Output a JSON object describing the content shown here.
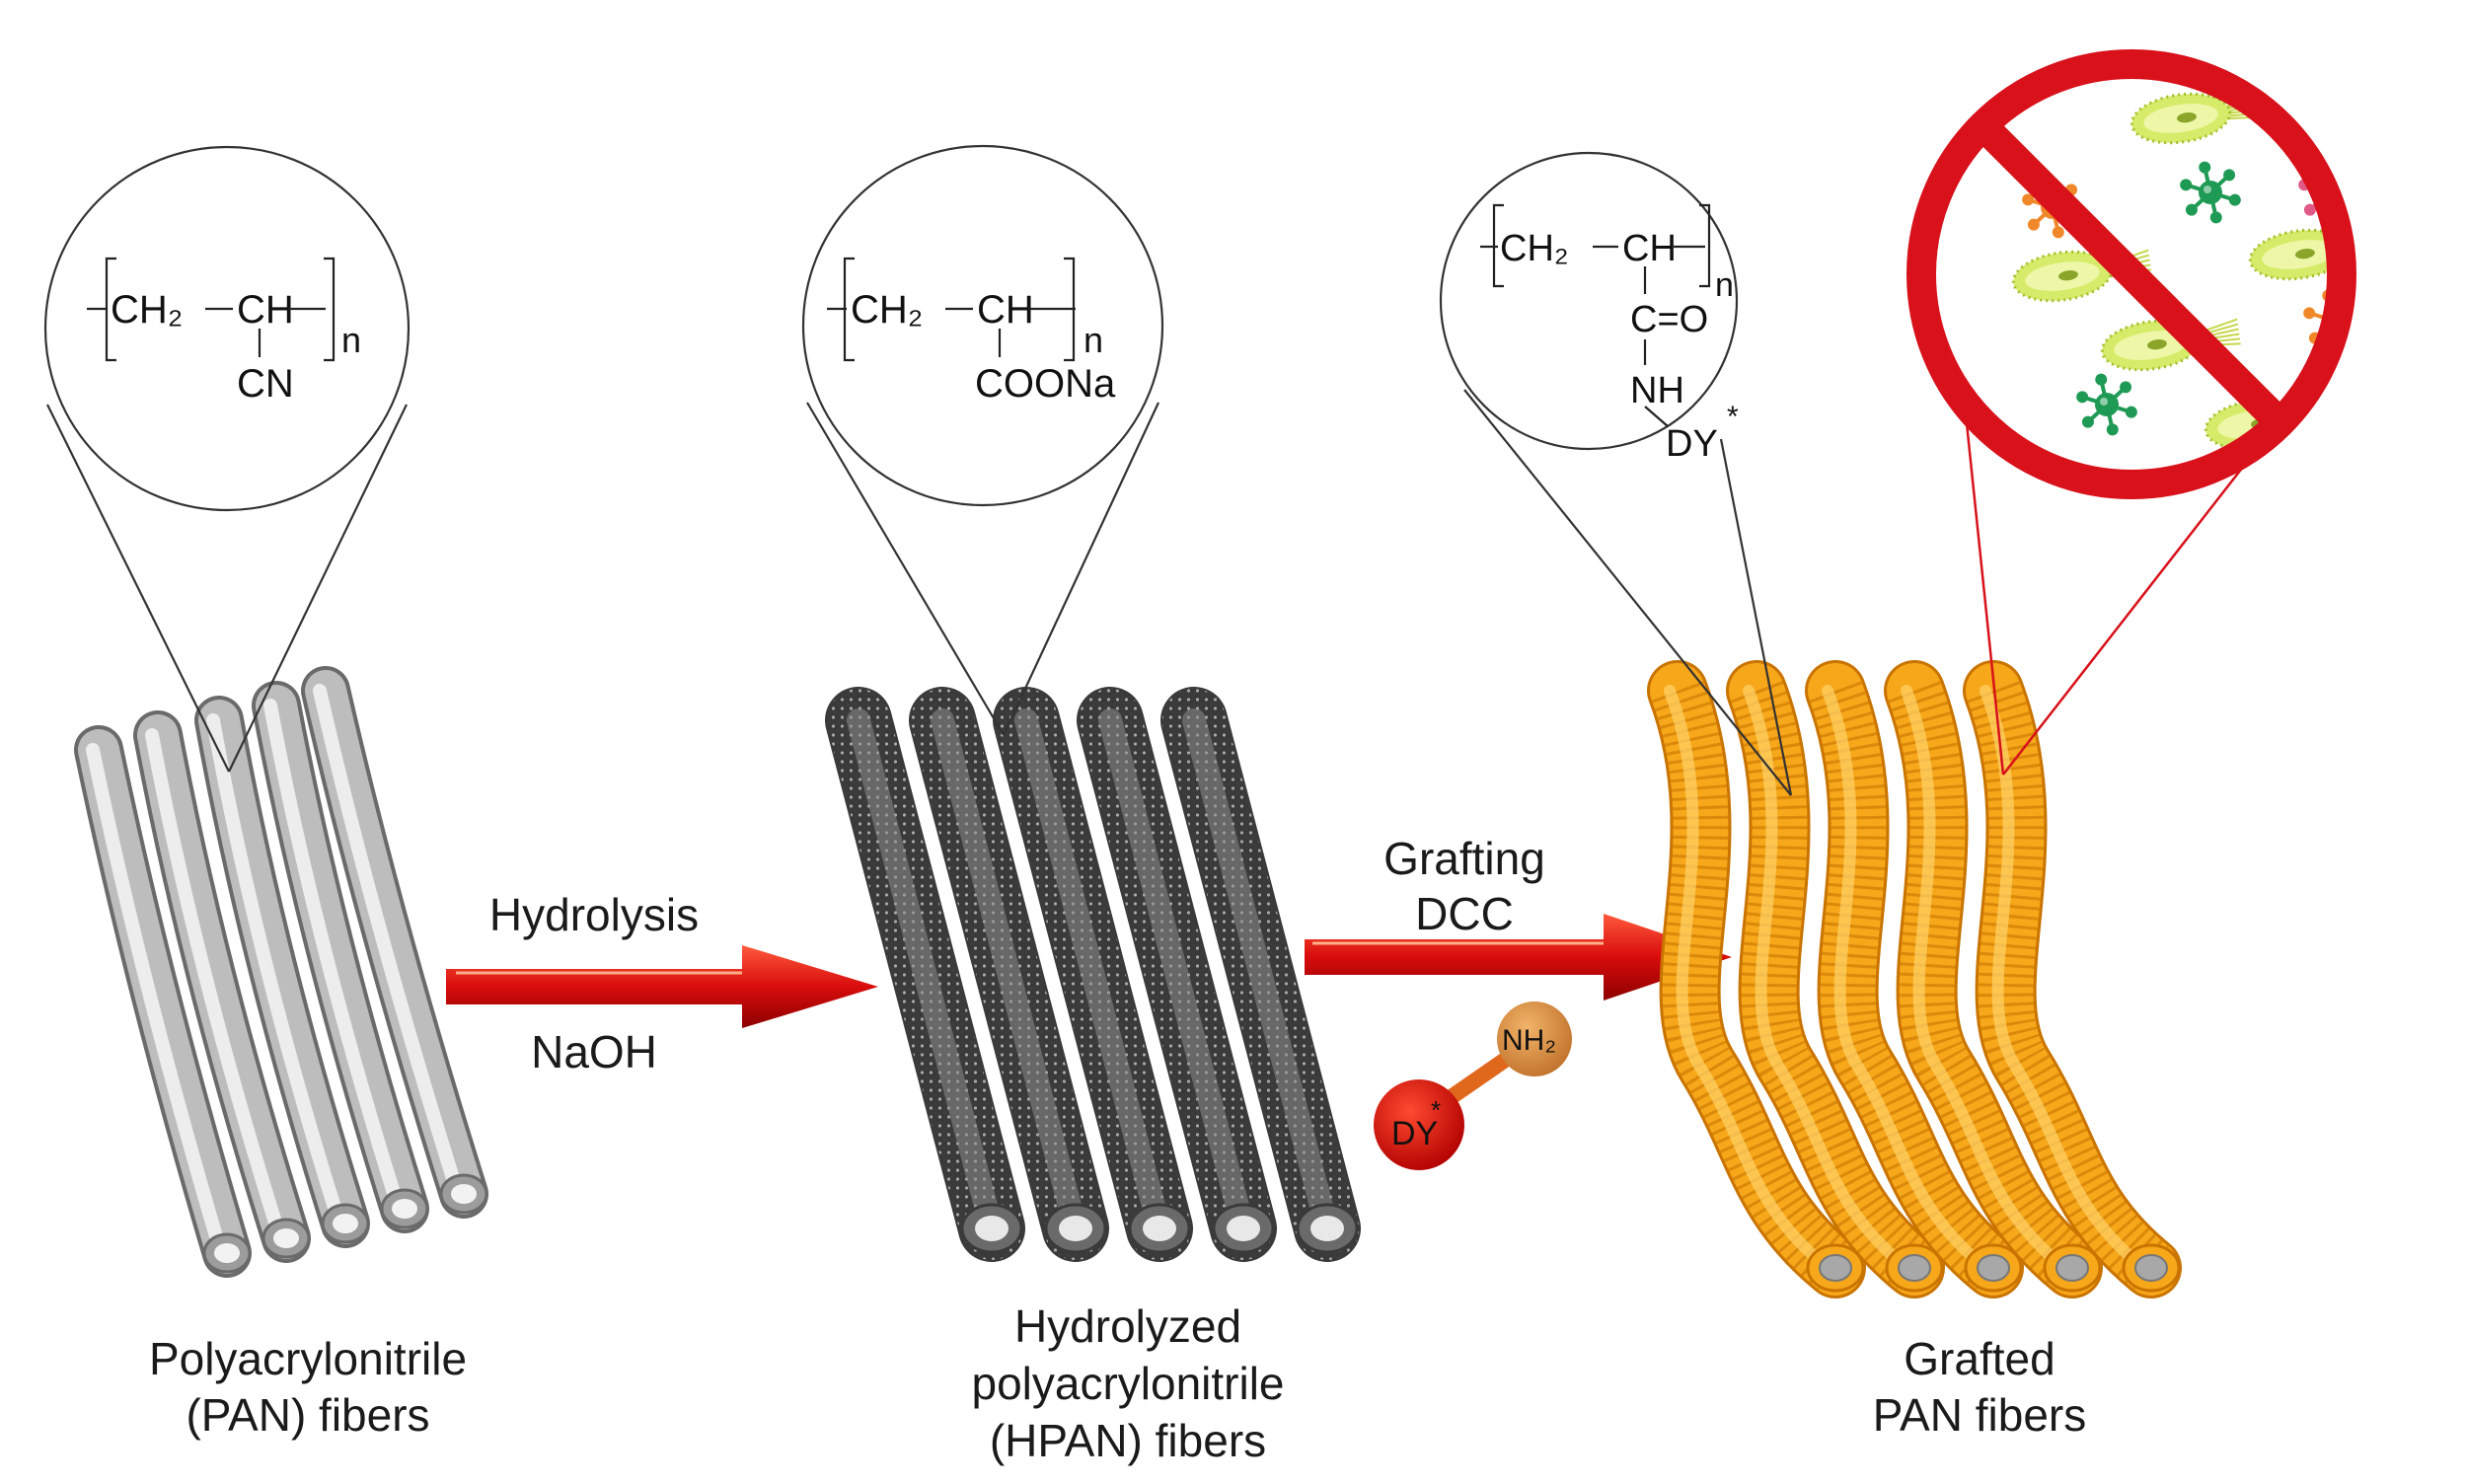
{
  "colors": {
    "arrow": "#e01010",
    "pan_fiber": "#b8b8b8",
    "hpan_fiber": "#6e6e6e",
    "grafted_fiber": "#f5a314",
    "prohibition_sign": "#d8111b"
  },
  "structures": {
    "pan": {
      "ch2": "CH₂",
      "ch": "CH",
      "n": "n",
      "group": "CN"
    },
    "hpan": {
      "ch2": "CH₂",
      "ch": "CH",
      "n": "n",
      "group": "COONa"
    },
    "grafted": {
      "ch2": "CH₂",
      "ch": "CH",
      "n": "n",
      "carbonyl": "C=O",
      "amide": "NH",
      "dye": "DY",
      "star": "*"
    }
  },
  "arrows": {
    "hydrolysis": {
      "top": "Hydrolysis",
      "bottom": "NaOH"
    },
    "grafting": {
      "line1": "Grafting",
      "line2": "DCC"
    }
  },
  "reagent": {
    "dye": "DY",
    "star": "*",
    "amine": "NH₂"
  },
  "captions": {
    "pan": [
      "Polyacrylonitrile",
      "(PAN) fibers"
    ],
    "hpan": [
      "Hydrolyzed",
      "polyacrylonitrile",
      "(HPAN) fibers"
    ],
    "grafted": [
      "Grafted",
      "PAN fibers"
    ]
  },
  "icons": {
    "sign": "prohibition-sign-icon",
    "bacteria": "bacterium-icon",
    "virus": "virus-icon"
  }
}
